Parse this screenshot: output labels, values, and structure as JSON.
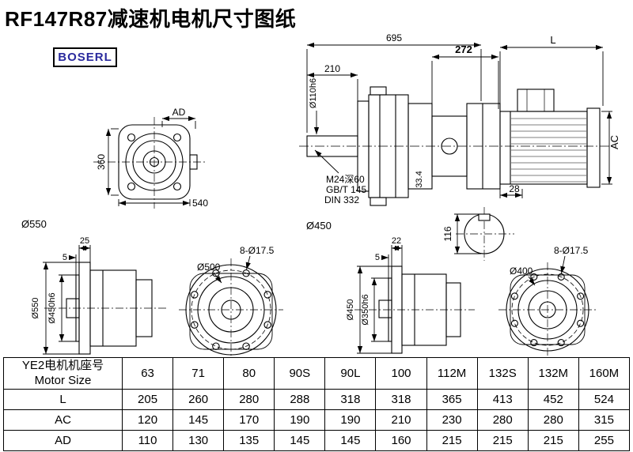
{
  "title": "RF147R87减速机电机尺寸图纸",
  "logo": "BOSERL",
  "front_view": {
    "dim_ad": "AD",
    "dim_360": "360",
    "dim_540": "540",
    "label_d550": "Ø550"
  },
  "main_view": {
    "dim_695": "695",
    "dim_210": "210",
    "shaft_dia": "Ø110h6",
    "thread_note": "M24深60",
    "std_gb": "GB/T 145",
    "std_din": "DIN 332",
    "dim_334": "33.4",
    "label_d450": "Ø450"
  },
  "motor_view": {
    "dim_272": "272",
    "dim_l": "L",
    "dim_ac": "AC",
    "dim_28": "28",
    "dim_116": "116"
  },
  "bottom_left_view": {
    "dim_25": "25",
    "dim_5": "5",
    "outer_dia": "Ø550",
    "spigot_dia": "Ø450h6"
  },
  "flange_left_view": {
    "dia": "Ø500",
    "holes": "8-Ø17.5"
  },
  "bottom_mid_view": {
    "dim_22": "22",
    "dim_5": "5",
    "outer_dia": "Ø450",
    "spigot_dia": "Ø350h6"
  },
  "flange_right_view": {
    "dia": "Ø400",
    "holes": "8-Ø17.5"
  },
  "table": {
    "header_cn": "YE2电机机座号",
    "header_en": "Motor Size",
    "columns": [
      "63",
      "71",
      "80",
      "90S",
      "90L",
      "100",
      "112M",
      "132S",
      "132M",
      "160M"
    ],
    "rows": [
      {
        "label": "L",
        "values": [
          "205",
          "260",
          "280",
          "288",
          "318",
          "318",
          "365",
          "413",
          "452",
          "524"
        ]
      },
      {
        "label": "AC",
        "values": [
          "120",
          "145",
          "170",
          "190",
          "190",
          "210",
          "230",
          "280",
          "280",
          "315"
        ]
      },
      {
        "label": "AD",
        "values": [
          "110",
          "130",
          "135",
          "145",
          "145",
          "160",
          "215",
          "215",
          "215",
          "255"
        ]
      }
    ]
  }
}
